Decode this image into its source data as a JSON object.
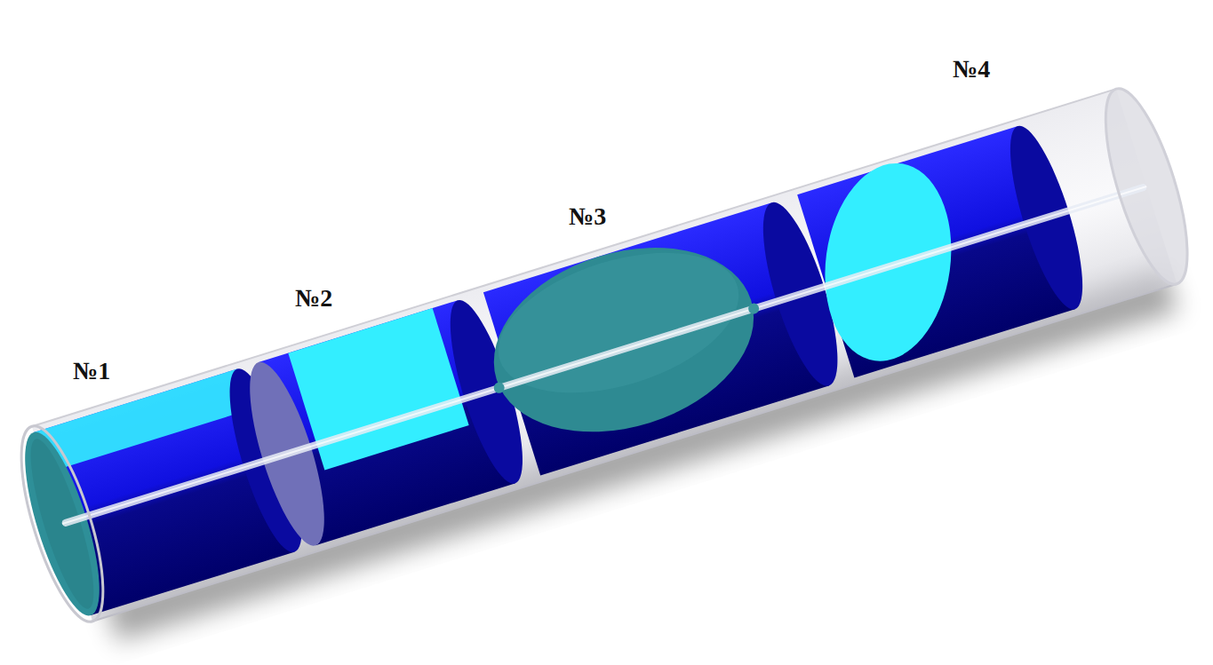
{
  "diagram": {
    "labels": [
      "№1",
      "№2",
      "№3",
      "№4"
    ]
  }
}
